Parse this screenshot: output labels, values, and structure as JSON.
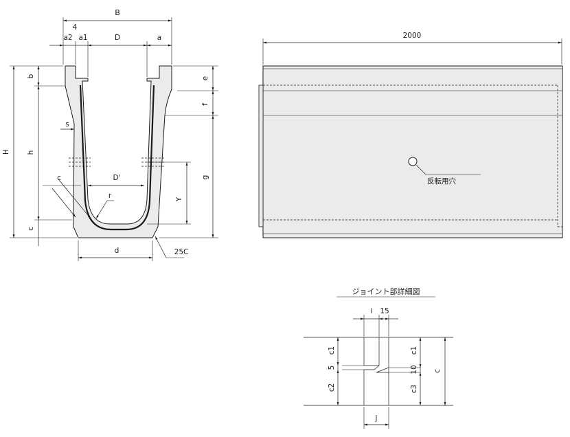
{
  "cross_section": {
    "labels": {
      "B": "B",
      "four": "4",
      "a2": "a2",
      "a1": "a1",
      "D": "D",
      "a": "a",
      "H": "H",
      "b": "b",
      "h": "h",
      "c_left": "c",
      "s": "s",
      "c_diag": "c",
      "D_prime": "D'",
      "r": "r",
      "Y": "Y",
      "d": "d",
      "chamfer": "25C",
      "e": "e",
      "f": "f",
      "g": "g"
    }
  },
  "side_view": {
    "length_label": "2000",
    "hole_label": "反転用穴"
  },
  "joint_detail": {
    "title": "ジョイント部詳細図",
    "labels": {
      "i": "i",
      "fifteen": "15",
      "c1_left": "c1",
      "five": "5",
      "c2": "c2",
      "c1_right": "c1",
      "ten": "10",
      "c3": "c3",
      "c": "c",
      "j": "j"
    }
  }
}
